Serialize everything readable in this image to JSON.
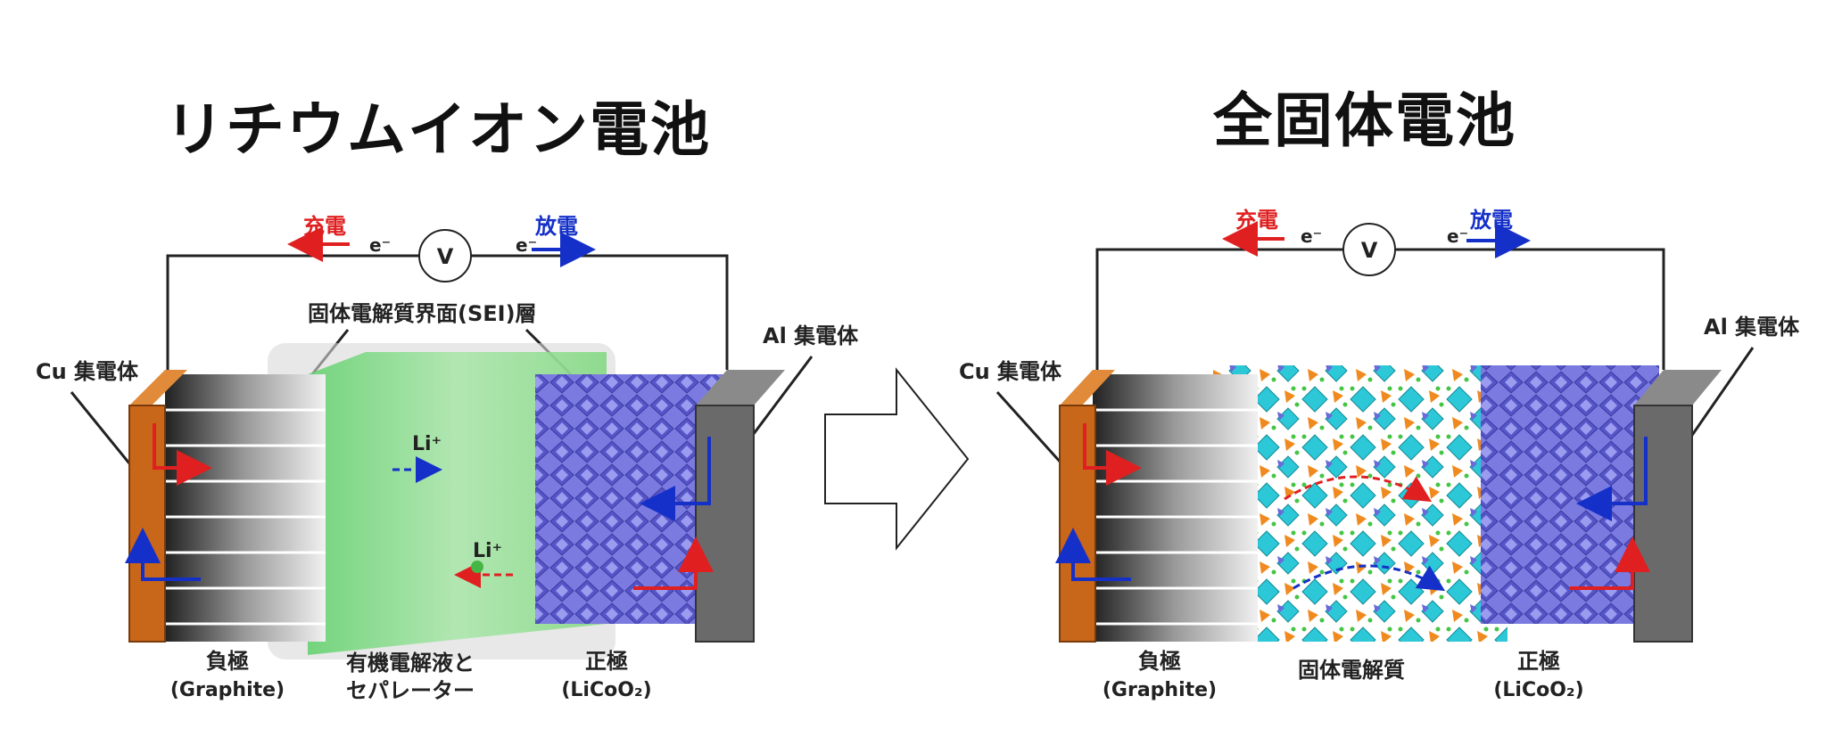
{
  "titles": {
    "left": "リチウムイオン電池",
    "right": "全固体電池"
  },
  "left_cell": {
    "charge_label": "充電",
    "discharge_label": "放電",
    "electron_left": "e⁻",
    "electron_right": "e⁻",
    "voltmeter": "V",
    "sei_label": "固体電解質界面(SEI)層",
    "cu_collector": "Cu 集電体",
    "al_collector": "Al 集電体",
    "li_ion_1": "Li⁺",
    "li_ion_2": "Li⁺",
    "anode": "負極",
    "anode_material": "(Graphite)",
    "electrolyte_line1": "有機電解液と",
    "electrolyte_line2": "セパレーター",
    "cathode": "正極",
    "cathode_material": "(LiCoO₂)"
  },
  "right_cell": {
    "charge_label": "充電",
    "discharge_label": "放電",
    "electron_left": "e⁻",
    "electron_right": "e⁻",
    "voltmeter": "V",
    "cu_collector": "Cu 集電体",
    "al_collector": "Al 集電体",
    "anode": "負極",
    "anode_material": "(Graphite)",
    "electrolyte": "固体電解質",
    "cathode": "正極",
    "cathode_material": "(LiCoO₂)"
  },
  "colors": {
    "charge": "#e02020",
    "discharge": "#1530c8",
    "copper": "#c8661a",
    "electrolyte_green": "#7fd87f",
    "cathode_purple": "#5a5ad0",
    "solid_cyan": "#35d4e0"
  }
}
